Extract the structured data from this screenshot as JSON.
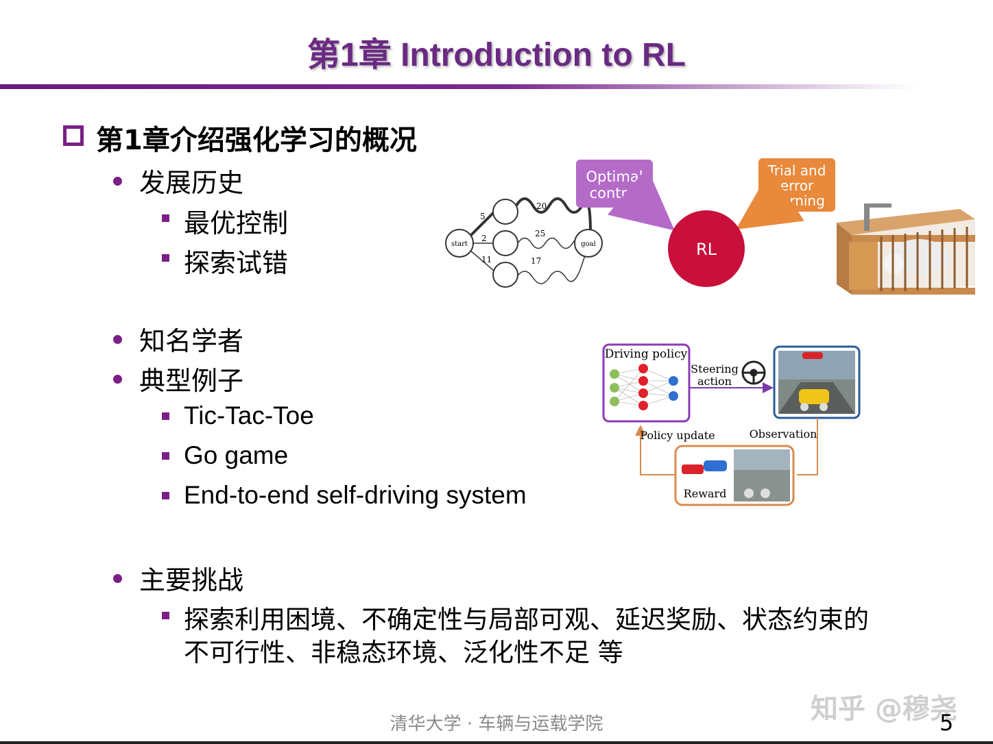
{
  "slide": {
    "title": "第1章 Introduction to RL",
    "heading": "第1章介绍强化学习的概况",
    "bullets": {
      "history": "发展历史",
      "optimal_control": "最优控制",
      "trial_error": "探索试错",
      "scholars": "知名学者",
      "examples": "典型例子",
      "tictactoe": "Tic-Tac-Toe",
      "go": "Go game",
      "selfdriving": "End-to-end self-driving system",
      "challenges": "主要挑战",
      "challenge_line1": "探索利用困境、不确定性与局部可观、延迟奖励、状态约束的",
      "challenge_line2": "不可行性、非稳态环境、泛化性不足 等"
    },
    "footer": "清华大学 · 车辆与运载学院",
    "watermark": "知乎 @穆尧",
    "page_number": "5"
  },
  "diagram_rl": {
    "optimal_line1": "Optimal",
    "optimal_line2": "control",
    "trial_line1": "Trial and",
    "trial_line2": "error",
    "trial_line3": "learning",
    "center": "RL",
    "graph_start": "start",
    "graph_goal": "goal",
    "w5": "5",
    "w2": "2",
    "w11": "11",
    "w20": "20",
    "w25": "25",
    "w17": "17"
  },
  "diagram_driving": {
    "policy": "Driving policy",
    "steering1": "Steering",
    "steering2": "action",
    "policy_update": "Policy update",
    "observation": "Observation",
    "reward": "Reward"
  },
  "colors": {
    "accent_purple": "#7a1f86",
    "title_purple": "#6a2a82",
    "optimal_box": "#b46bc8",
    "trial_box": "#e8893b",
    "rl_circle": "#c8103a"
  }
}
